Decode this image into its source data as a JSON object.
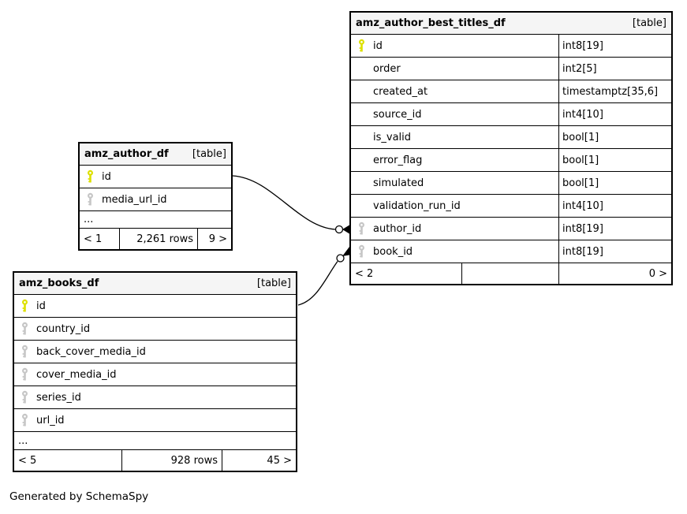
{
  "diagram": {
    "generator_note": "Generated by SchemaSpy",
    "colors": {
      "primary_key": "#dde000",
      "foreign_key": "#c6c6c6",
      "header_bg": "#f5f5f5",
      "border": "#000000",
      "background": "#ffffff"
    },
    "tables": [
      {
        "id": "amz_author_best_titles_df",
        "name": "amz_author_best_titles_df",
        "badge": "[table]",
        "columns": [
          {
            "name": "id",
            "type": "int8[19]",
            "key": "primary"
          },
          {
            "name": "order",
            "type": "int2[5]",
            "key": "none"
          },
          {
            "name": "created_at",
            "type": "timestamptz[35,6]",
            "key": "none"
          },
          {
            "name": "source_id",
            "type": "int4[10]",
            "key": "none"
          },
          {
            "name": "is_valid",
            "type": "bool[1]",
            "key": "none"
          },
          {
            "name": "error_flag",
            "type": "bool[1]",
            "key": "none"
          },
          {
            "name": "simulated",
            "type": "bool[1]",
            "key": "none"
          },
          {
            "name": "validation_run_id",
            "type": "int4[10]",
            "key": "none"
          },
          {
            "name": "author_id",
            "type": "int8[19]",
            "key": "foreign"
          },
          {
            "name": "book_id",
            "type": "int8[19]",
            "key": "foreign"
          }
        ],
        "ellipsis": "",
        "footer": [
          "< 2",
          "",
          "0 >"
        ]
      },
      {
        "id": "amz_author_df",
        "name": "amz_author_df",
        "badge": "[table]",
        "columns": [
          {
            "name": "id",
            "type": "",
            "key": "primary"
          },
          {
            "name": "media_url_id",
            "type": "",
            "key": "foreign"
          }
        ],
        "ellipsis": "...",
        "footer": [
          "< 1",
          "2,261 rows",
          "9 >"
        ]
      },
      {
        "id": "amz_books_df",
        "name": "amz_books_df",
        "badge": "[table]",
        "columns": [
          {
            "name": "id",
            "type": "",
            "key": "primary"
          },
          {
            "name": "country_id",
            "type": "",
            "key": "foreign"
          },
          {
            "name": "back_cover_media_id",
            "type": "",
            "key": "foreign"
          },
          {
            "name": "cover_media_id",
            "type": "",
            "key": "foreign"
          },
          {
            "name": "series_id",
            "type": "",
            "key": "foreign"
          },
          {
            "name": "url_id",
            "type": "",
            "key": "foreign"
          }
        ],
        "ellipsis": "...",
        "footer": [
          "< 5",
          "928 rows",
          "45 >"
        ]
      }
    ],
    "relationships": [
      {
        "from": "amz_author_df.id",
        "to": "amz_author_best_titles_df.author_id"
      },
      {
        "from": "amz_books_df.id",
        "to": "amz_author_best_titles_df.book_id"
      }
    ]
  }
}
